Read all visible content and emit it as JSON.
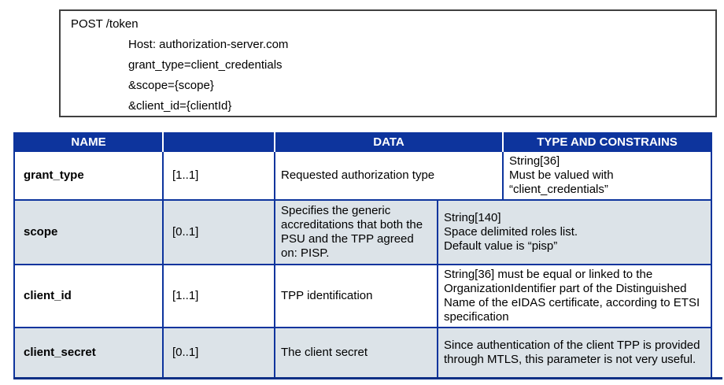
{
  "code": {
    "request_line": "POST /token",
    "lines": [
      "Host: authorization-server.com",
      "grant_type=client_credentials",
      "&scope={scope}",
      "&client_id={clientId}"
    ]
  },
  "table": {
    "headers": [
      "NAME",
      "",
      "DATA",
      "TYPE AND CONSTRAINS"
    ],
    "rows": [
      {
        "name": "grant_type",
        "cardinality": "[1..1]",
        "data": "Requested authorization type",
        "type": "String[36]\nMust be valued with\n“client_credentials”"
      },
      {
        "name": "scope",
        "cardinality": "[0..1]",
        "data": "Specifies the generic accreditations that both the PSU and the TPP agreed on: PISP.",
        "type": "String[140]\nSpace delimited roles list.\nDefault value is “pisp”"
      },
      {
        "name": "client_id",
        "cardinality": "[1..1]",
        "data": "TPP identification",
        "type": "String[36] must be equal or linked to the OrganizationIdentifier part of the Distinguished Name of the eIDAS certificate, according to ETSI specification"
      },
      {
        "name": "client_secret",
        "cardinality": "[0..1]",
        "data": "The client secret",
        "type": "Since authentication of the client TPP is provided through MTLS, this parameter is not very useful."
      }
    ]
  },
  "colors": {
    "header-bg": "#0d349d",
    "header-text": "#ffffff",
    "table-border": "#0d349d",
    "alt-row-bg": "#dce3e8",
    "bottom-rule": "#0c2f85",
    "code-border": "#404040",
    "text": "#000000"
  }
}
